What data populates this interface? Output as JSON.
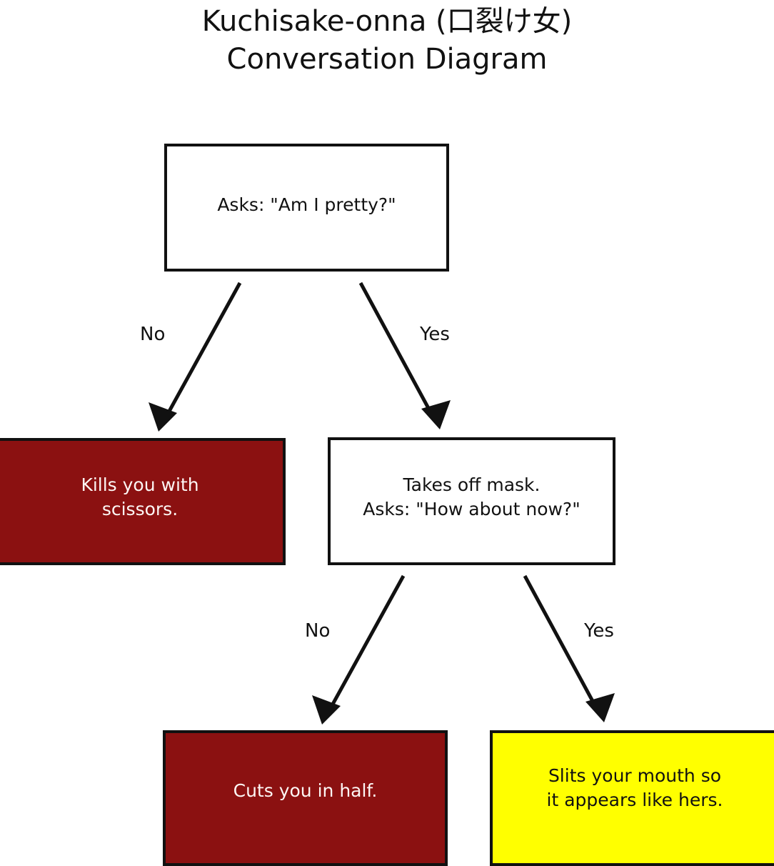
{
  "title": {
    "line1": "Kuchisake-onna (口裂け女)",
    "line2": "Conversation Diagram"
  },
  "colors": {
    "background": "#ffffff",
    "outline": "#111111",
    "decision_fill": "#ffffff",
    "death_fill": "#8b1111",
    "death_text": "#fdf6f4",
    "survive_fill": "#ffff00",
    "survive_text": "#111111"
  },
  "nodes": [
    {
      "id": "root",
      "kind": "decision",
      "text": "Asks: \"Am I pretty?\""
    },
    {
      "id": "kills",
      "kind": "outcome-death",
      "text": "Kills you with\nscissors."
    },
    {
      "id": "mask",
      "kind": "decision",
      "text": "Takes off mask.\nAsks: \"How about now?\""
    },
    {
      "id": "cuts",
      "kind": "outcome-death",
      "text": "Cuts you in half."
    },
    {
      "id": "slits",
      "kind": "outcome-survive",
      "text": "Slits your mouth so\nit appears like hers."
    }
  ],
  "edges": [
    {
      "id": "root-no",
      "from": "root",
      "to": "kills",
      "label": "No"
    },
    {
      "id": "root-yes",
      "from": "root",
      "to": "mask",
      "label": "Yes"
    },
    {
      "id": "mask-no",
      "from": "mask",
      "to": "cuts",
      "label": "No"
    },
    {
      "id": "mask-yes",
      "from": "mask",
      "to": "slits",
      "label": "Yes"
    }
  ],
  "chart_data": {
    "type": "diagram",
    "title": "Kuchisake-onna (口裂け女) Conversation Diagram",
    "layout": "top-down decision tree",
    "nodes": [
      {
        "id": "root",
        "label": "Asks: \"Am I pretty?\"",
        "shape": "rectangle",
        "fill": "#ffffff"
      },
      {
        "id": "kills",
        "label": "Kills you with scissors.",
        "shape": "rectangle",
        "fill": "#8b1111"
      },
      {
        "id": "mask",
        "label": "Takes off mask. Asks: \"How about now?\"",
        "shape": "rectangle",
        "fill": "#ffffff"
      },
      {
        "id": "cuts",
        "label": "Cuts you in half.",
        "shape": "rectangle",
        "fill": "#8b1111"
      },
      {
        "id": "slits",
        "label": "Slits your mouth so it appears like hers.",
        "shape": "rectangle",
        "fill": "#ffff00"
      }
    ],
    "edges": [
      {
        "source": "root",
        "target": "kills",
        "label": "No"
      },
      {
        "source": "root",
        "target": "mask",
        "label": "Yes"
      },
      {
        "source": "mask",
        "target": "cuts",
        "label": "No"
      },
      {
        "source": "mask",
        "target": "slits",
        "label": "Yes"
      }
    ]
  }
}
